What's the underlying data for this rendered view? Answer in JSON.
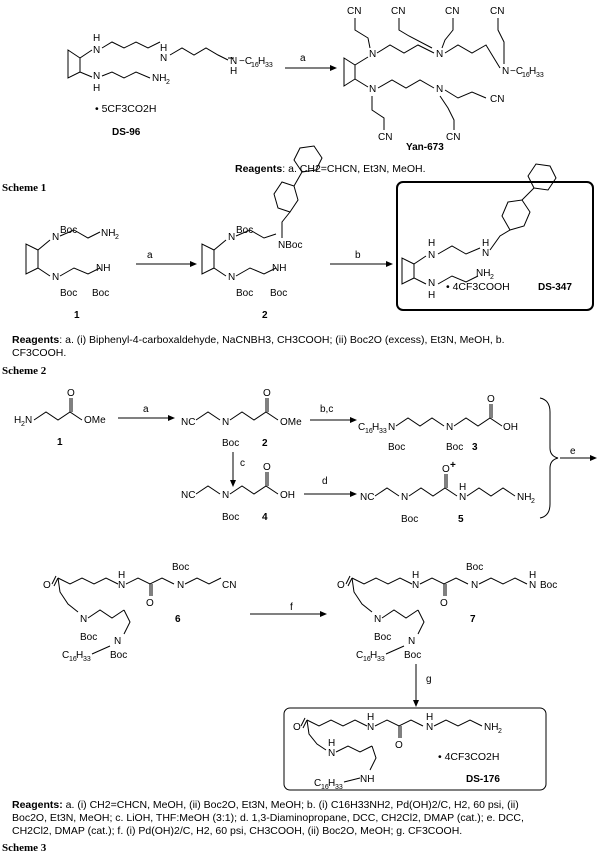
{
  "schemes": [
    {
      "title": "Scheme 1",
      "start_label": "DS-96",
      "salt": "• 5CF3CO2H",
      "product_label": "Yan-673",
      "arrow_label": "a",
      "chain": "C16H33",
      "reagents_prefix": "Reagents",
      "reagents_text": ": a. CH2=CHCN, Et3N, MeOH."
    },
    {
      "title": "Scheme 2",
      "compounds": [
        "1",
        "2",
        "DS-347"
      ],
      "arrow_labels": [
        "a",
        "b"
      ],
      "salt": "• 4CF3COOH",
      "reagents_prefix": "Reagents",
      "reagents_line1": ": a. (i) Biphenyl-4-carboxaldehyde, NaCNBH3, CH3COOH; (ii) Boc2O (excess), Et3N, MeOH, b.",
      "reagents_line2": "CF3COOH."
    },
    {
      "title": "Scheme 3",
      "compounds": [
        "1",
        "2",
        "3",
        "4",
        "5",
        "6",
        "7",
        "DS-176"
      ],
      "arrow_labels": [
        "a",
        "b,c",
        "c",
        "d",
        "e",
        "f",
        "g"
      ],
      "plus": "+",
      "salt": "• 4CF3CO2H",
      "chain": "C16H33",
      "reagents_prefix": "Reagents:",
      "reagents_line1": " a. (i) CH2=CHCN, MeOH, (ii) Boc2O, Et3N, MeOH; b. (i) C16H33NH2, Pd(OH)2/C, H2, 60 psi, (ii)",
      "reagents_line2": "Boc2O, Et3N, MeOH; c. LiOH, THF:MeOH (3:1); d. 1,3-Diaminopropane, DCC, CH2Cl2, DMAP (cat.); e. DCC,",
      "reagents_line3": "CH2Cl2, DMAP (cat.); f. (i) Pd(OH)2/C, H2, 60 psi, CH3COOH, (ii) Boc2O, MeOH; g. CF3COOH."
    }
  ]
}
